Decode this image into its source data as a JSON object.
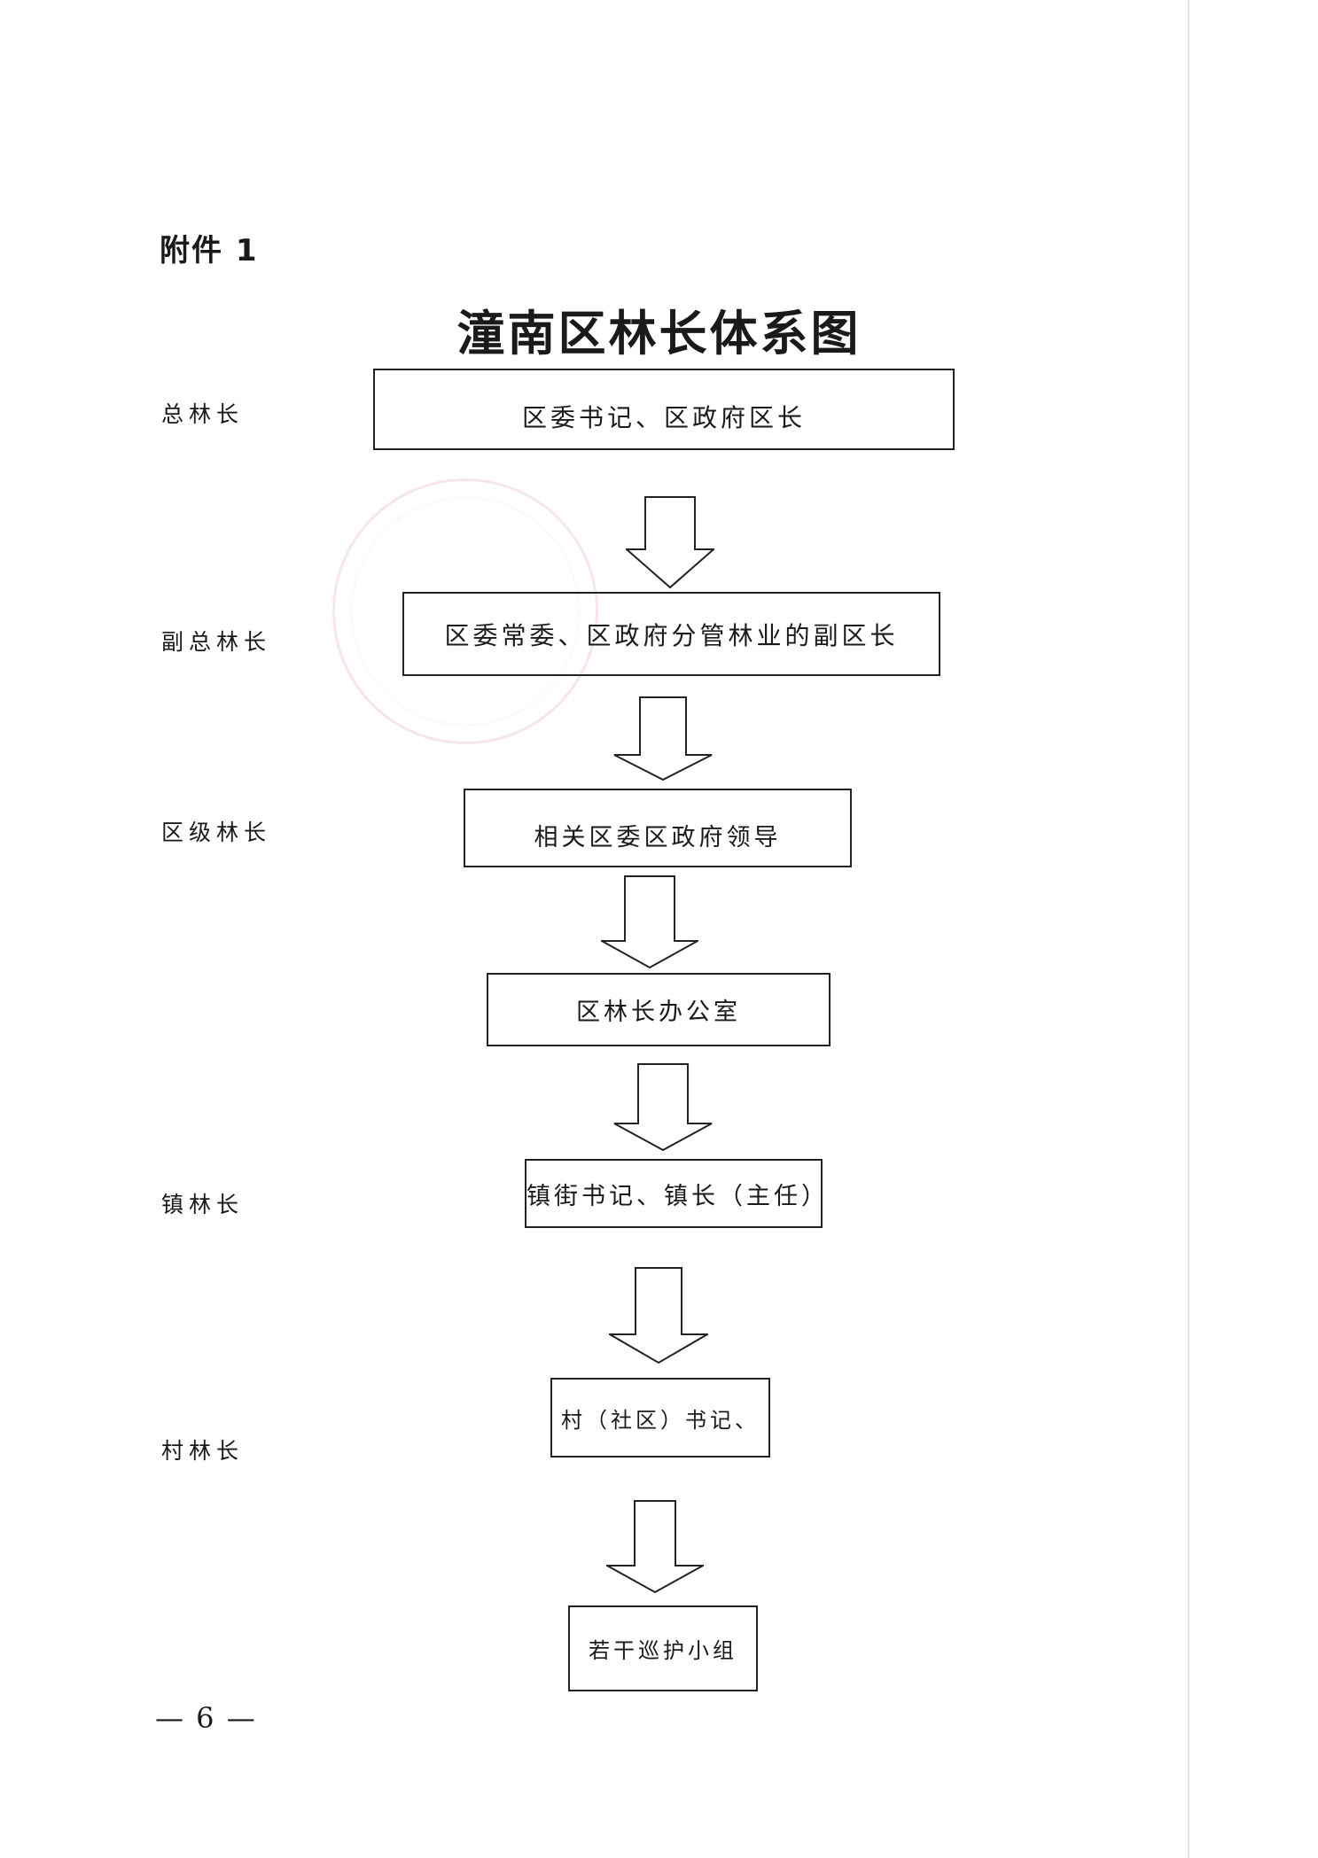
{
  "header": {
    "attachment_label": "附件 1",
    "title": "潼南区林长体系图"
  },
  "levels": {
    "chief": "总林长",
    "deputy_chief": "副总林长",
    "district": "区级林长",
    "town": "镇林长",
    "village": "村林长"
  },
  "boxes": {
    "chief": "区委书记、区政府区长",
    "deputy_chief": "区委常委、区政府分管林业的副区长",
    "district_leaders": "相关区委区政府领导",
    "office": "区林长办公室",
    "town": "镇街书记、镇长（主任）",
    "village": "村（社区）书记、",
    "patrol": "若干巡护小组"
  },
  "footer": {
    "page_number": "— 6 —"
  }
}
